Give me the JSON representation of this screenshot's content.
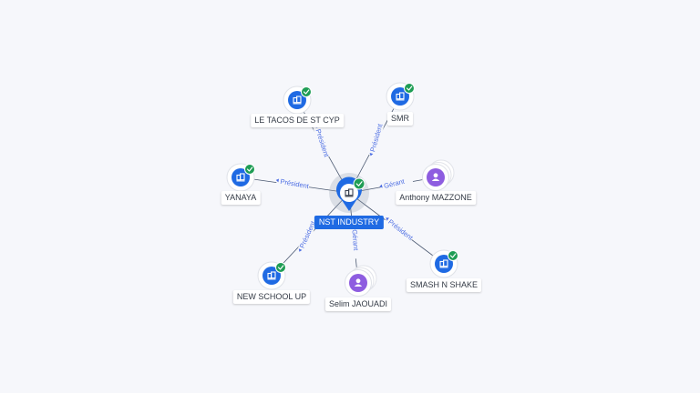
{
  "center": {
    "label": "NST INDUSTRY",
    "type": "company",
    "verified": true
  },
  "nodes": [
    {
      "label": "LE TACOS DE ST CYP",
      "type": "company",
      "verified": true,
      "relation": "Président"
    },
    {
      "label": "SMR",
      "type": "company",
      "verified": true,
      "relation": "Président"
    },
    {
      "label": "YANAYA",
      "type": "company",
      "verified": true,
      "relation": "Président"
    },
    {
      "label": "Anthony MAZZONE",
      "type": "person",
      "verified": false,
      "relation": "Gérant"
    },
    {
      "label": "NEW SCHOOL UP",
      "type": "company",
      "verified": true,
      "relation": "Président"
    },
    {
      "label": "Selim JAOUADI",
      "type": "person",
      "verified": false,
      "relation": "Gérant"
    },
    {
      "label": "SMASH N SHAKE",
      "type": "company",
      "verified": true,
      "relation": "Président"
    }
  ],
  "colors": {
    "company": "#1f6ae3",
    "person": "#8e5de0",
    "verified": "#1f9d55",
    "edge_label": "#4d6ee3"
  },
  "icons": {
    "company": "building-icon",
    "person": "person-icon",
    "verified": "check-badge-icon"
  }
}
